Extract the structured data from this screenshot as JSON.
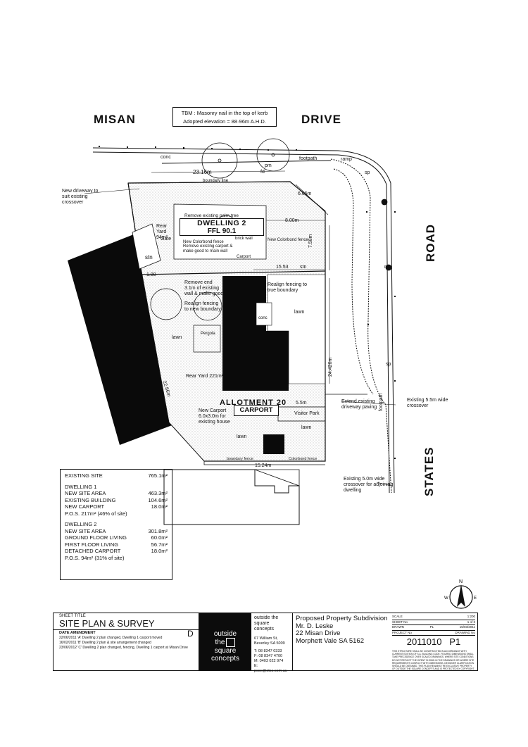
{
  "streets": {
    "misan": "MISAN",
    "drive": "DRIVE",
    "road": "ROAD",
    "states": "STATES"
  },
  "tbm": {
    "line1": "TBM : Masonry nail in the top of kerb",
    "line2": "Adopted elevation = 88·96m A.H.D."
  },
  "plan_labels": {
    "conc_top": "conc",
    "footpath_top": "footpath",
    "ramp": "ramp",
    "sp1": "sp",
    "sp2": "sp",
    "boundary_line": "boundary line",
    "dim_2316": "23.16m",
    "pm": "pm",
    "fd": "fd",
    "new_driveway": "New driveway to suit existing crossover",
    "rear_yard_94": "Rear Yard 94m²",
    "gate": "Gate",
    "stn1": "stn",
    "stn2": "stn",
    "remove_palm": "Remove existing palm tree",
    "colorbond_fence": "New Colorbond fence",
    "remove_carport": "Remove existing carport & make good to main wall",
    "brickwall": "brick wall",
    "carport_small": "Carport",
    "dim_665": "6.65m",
    "dim_800": "8.00m",
    "dim_758": "7.58m",
    "dim_1553": "15.53",
    "dim_188": "1.88",
    "new_colorbond": "New Colorbond fence",
    "remove_wall": "Remove end 3.1m of existing wall & make good",
    "realign_fence_new": "Realign fencing to new boundary",
    "realign_fence_true": "Realign fencing to true boundary",
    "lawn1": "lawn",
    "lawn2": "lawn",
    "lawn3": "lawn",
    "lawn4": "lawn",
    "pergola": "Pergola",
    "conc_mid": "conc",
    "rear_yard_221": "Rear Yard 221m²",
    "dim_2426": "24.426m",
    "dim_2280": "22.86m",
    "dim_55": "5.5m",
    "new_carport": "New Carport 6.0x3.0m for existing house",
    "visitor_park": "Visitor Park",
    "extend_driveway": "Extend existing driveway paving",
    "existing_55": "Existing 5.5m wide crossover",
    "existing_50": "Existing 5.0m wide crossover for adjoining dwelling",
    "dim_1524": "15.24m",
    "boundary_fence": "boundary fence",
    "colorbond_bottom": "Colorbond fence",
    "mh": "mh",
    "footpath_right": "footpath"
  },
  "dwelling2": {
    "title": "DWELLING 2",
    "ffl": "FFL 90.1"
  },
  "allotment": {
    "text": "ALLOTMENT 20",
    "carport": "CARPORT"
  },
  "summary": {
    "existing_site_label": "EXISTING SITE",
    "existing_site_value": "765.1m²",
    "d1_title": "DWELLING 1",
    "d1_rows": [
      {
        "k": "NEW SITE AREA",
        "v": "463.3m²"
      },
      {
        "k": "EXISTING BUILDING",
        "v": "104.6m²"
      },
      {
        "k": "NEW CARPORT",
        "v": "18.0m²"
      }
    ],
    "d1_pos": "P.O.S.  217m² (46% of site)",
    "d2_title": "DWELLING 2",
    "d2_rows": [
      {
        "k": "NEW SITE AREA",
        "v": "301.8m²"
      },
      {
        "k": "GROUND FLOOR LIVING",
        "v": "60.0m²"
      },
      {
        "k": "FIRST FLOOR LIVING",
        "v": "56.7m²"
      },
      {
        "k": "DETACHED CARPORT",
        "v": "18.0m²"
      }
    ],
    "d2_pos": "P.O.S.  94m² (31% of site)"
  },
  "title_block": {
    "sheet_title_label": "SHEET TITLE",
    "sheet_title": "SITE PLAN & SURVEY",
    "revision": "D",
    "amend_head": "DATE    AMENDMENT",
    "amendments": [
      "22/06/2011  'A' Dwelling 2 plan changed, Dwelling 1 carport moved",
      "16/02/2011  'B' Dwelling 2 plan & site arrangement changed",
      "23/06/2012  'C' Dwelling 2 plan changed, fencing, Dwelling 1 carport at Misan Drive"
    ],
    "logo": [
      "outside",
      "the",
      "square",
      "concepts"
    ],
    "firm_name": "outside the square concepts",
    "firm_addr1": "67 William St,",
    "firm_addr2": "Beverley SA 5009",
    "firm_t": "T: 08 8347 0333",
    "firm_f": "F: 08 8347 4700",
    "firm_m": "M: 0403 022 974",
    "firm_e": "E: pcox@otsc.com.au",
    "project": "Proposed Property Subdivision",
    "client": "Mr. D. Leske",
    "addr1": "22 Misan Drive",
    "addr2": "Morphett Vale SA 5162",
    "scale_label": "SCALE",
    "scale": "1:200",
    "sheet_label": "SHEET No",
    "sheet": "1 of 3",
    "drawn_label": "DRAWN",
    "drawn": "PL",
    "date": "15/03/2011",
    "project_no_label": "PROJECT No",
    "drawing_no_label": "DRAWING No",
    "project_no": "2011010",
    "drawing_no": "P1",
    "note": "THIS STRUCTURE SHALL BE CONSTRUCTED IN ACCORDANCE WITH CURRENT EDITION OF S.A. BUILDING CODE. FIGURED DIMENSIONS SHALL TAKE PRECEDENCE OVER SCALED DRAWINGS. WHERE SITE CONDITIONS DO NOT REFLECT THE INTENT SHOWN IN THE DRAWINGS OR WHERE SITE REQUIREMENTS CONFLICT WITH DIMENSIONS, DESIGNER CLARIFICATION SHOULD BE OBTAINED. THIS PLAN REMAINS THE EXCLUSIVE PROPERTY OF OUTSIDE THE SQUARE CONCEPTS AND IS PROTECTED BY COPYRIGHT LAWS. LEGAL ACTION WILL BE TAKEN AGAINST ANY INFRINGEMENT WHETHER IN WHOLE OR IN PART UNLESS WRITTEN PERMISSION IS GIVEN."
  },
  "north": {
    "n": "N",
    "e": "E",
    "w": "W"
  },
  "colors": {
    "ink": "#111111",
    "hatch": "#cfcfcf",
    "solid": "#0a0a0a"
  }
}
